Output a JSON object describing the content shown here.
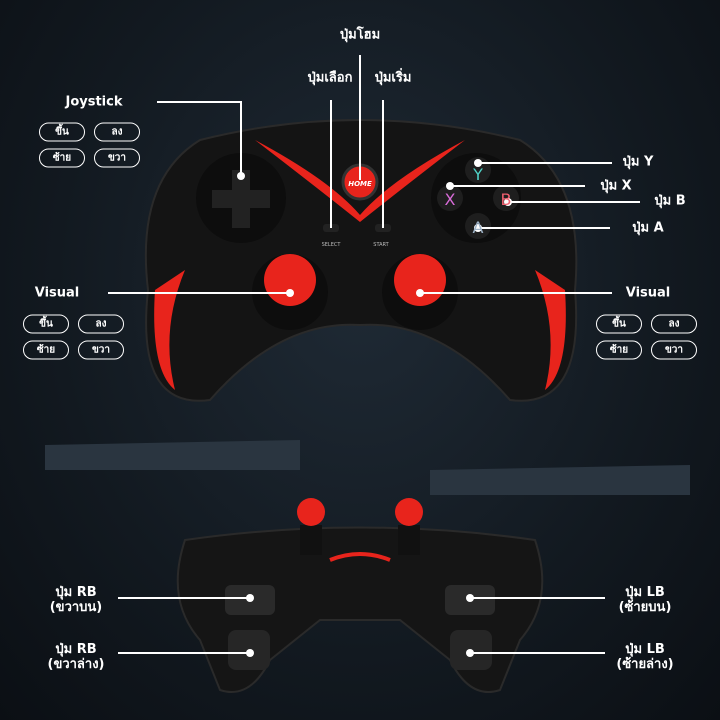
{
  "labels": {
    "home": "ปุ่มโฮม",
    "select": "ปุ่มเลือก",
    "start": "ปุ่มเริ่ม",
    "joystick": "Joystick",
    "y": "ปุ่ม Y",
    "x": "ปุ่ม X",
    "b": "ปุ่ม B",
    "a": "ปุ่ม A",
    "visual_left": "Visual",
    "visual_right": "Visual",
    "rb_upper": "ปุ่ม RB",
    "rb_upper_sub": "(ขวาบน)",
    "rb_lower": "ปุ่ม RB",
    "rb_lower_sub": "(ขวาล่าง)",
    "lb_upper": "ปุ่ม LB",
    "lb_upper_sub": "(ซ้ายบน)",
    "lb_lower": "ปุ่ม LB",
    "lb_lower_sub": "(ซ้ายล่าง)"
  },
  "directions": {
    "up": "ขึ้น",
    "down": "ลง",
    "left": "ซ้าย",
    "right": "ขวา"
  },
  "controller": {
    "home_text": "HOME",
    "select_text": "SELECT",
    "start_text": "START",
    "btn_y": "Y",
    "btn_x": "X",
    "btn_b": "B",
    "btn_a": "A"
  },
  "colors": {
    "accent": "#e8241c",
    "body": "#151515",
    "y": "#4fd1c5",
    "x": "#d86bd8",
    "b": "#f06070",
    "a": "#9fb4c8"
  }
}
